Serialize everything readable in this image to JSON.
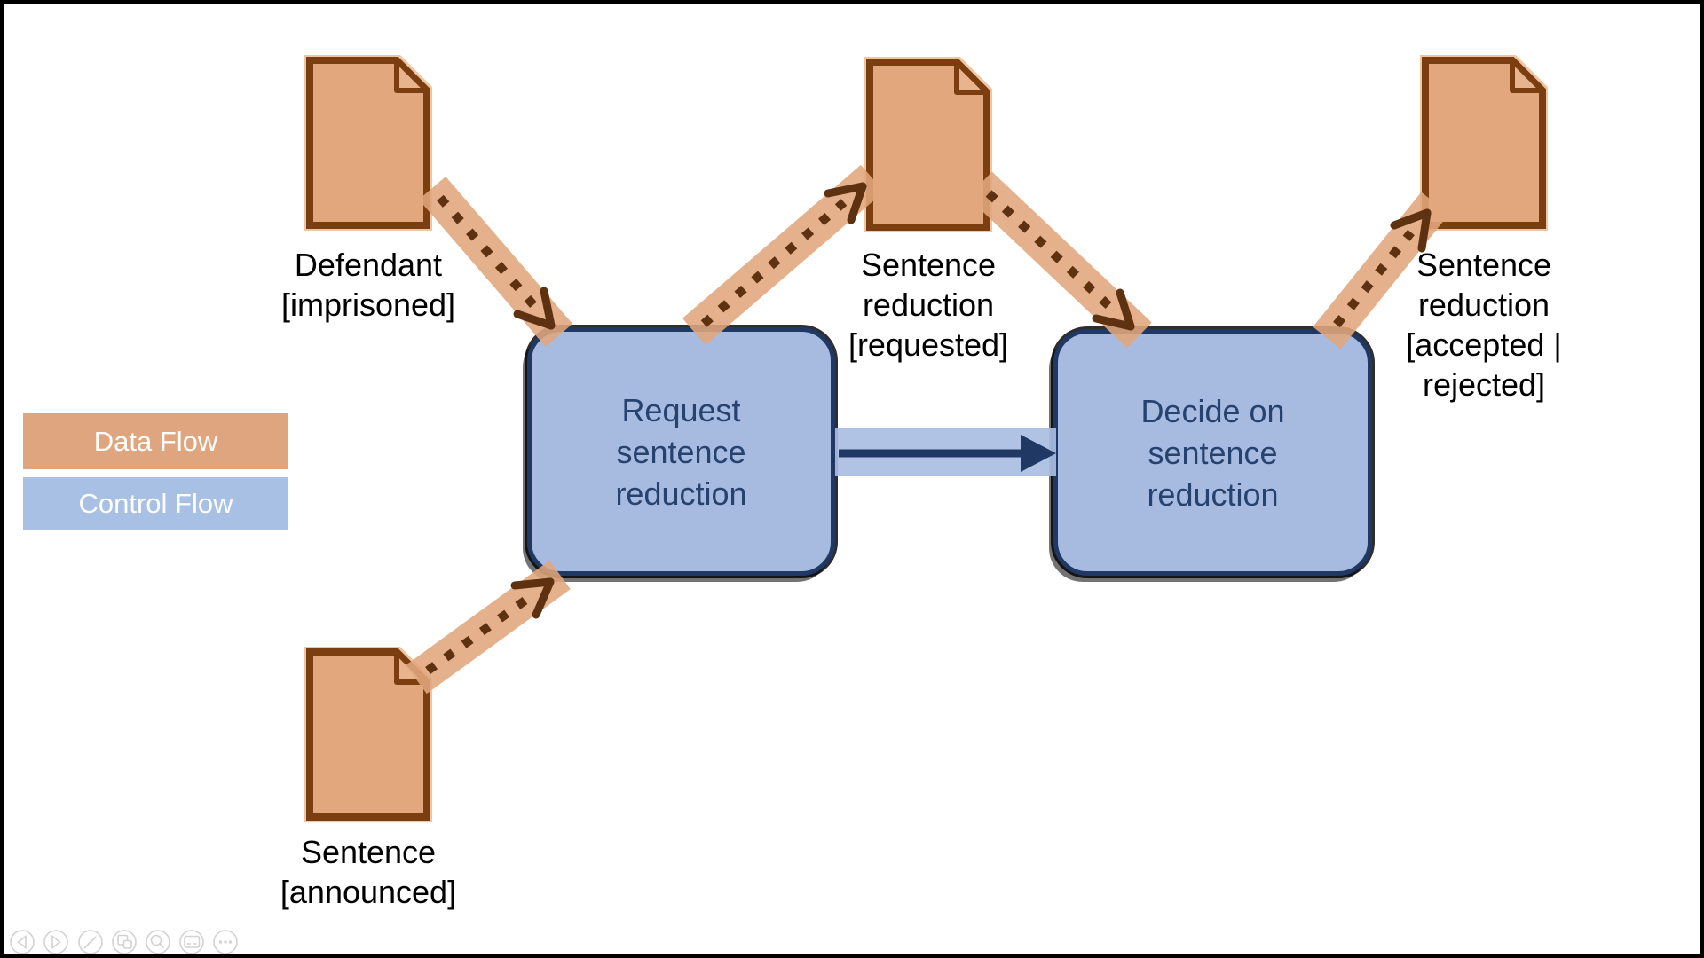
{
  "slide": {
    "legend": {
      "data_flow_label": "Data Flow",
      "control_flow_label": "Control Flow"
    },
    "documents": [
      {
        "id": "defendant-imprisoned",
        "label": "Defendant\n[imprisoned]"
      },
      {
        "id": "sentence-reduction-requested",
        "label": "Sentence\nreduction\n[requested]"
      },
      {
        "id": "sentence-reduction-decided",
        "label": "Sentence\nreduction\n[accepted |\nrejected]"
      },
      {
        "id": "sentence-announced",
        "label": "Sentence\n[announced]"
      }
    ],
    "processes": [
      {
        "id": "request-sentence-reduction",
        "label": "Request\nsentence\nreduction"
      },
      {
        "id": "decide-on-sentence-reduction",
        "label": "Decide on\nsentence\nreduction"
      }
    ],
    "arrows": {
      "data_flow": [
        "defendant-imprisoned to request-sentence-reduction",
        "request-sentence-reduction to sentence-reduction-requested",
        "sentence-reduction-requested to decide-on-sentence-reduction",
        "decide-on-sentence-reduction to sentence-reduction-decided",
        "sentence-announced to request-sentence-reduction"
      ],
      "control_flow": [
        "request-sentence-reduction to decide-on-sentence-reduction"
      ]
    },
    "colors": {
      "data_flow_band": "#E2A77D",
      "document_fill": "#E2A77D",
      "document_border": "#7B3E10",
      "document_halo": "#F0C6A2",
      "data_flow_dots": "#5E3210",
      "control_flow_band": "#A9BEE3",
      "process_fill": "#A6BBDF",
      "process_border": "#1F3864",
      "process_text": "#26426E",
      "label_text": "#000000",
      "legend_data_fill": "#DFA57E",
      "legend_control_fill": "#A9C0E5"
    },
    "presenter_toolbar": {
      "icons": [
        "previous-slide",
        "next-slide",
        "pen",
        "see-all-slides",
        "zoom-to-slide",
        "captions",
        "more-options"
      ]
    }
  }
}
